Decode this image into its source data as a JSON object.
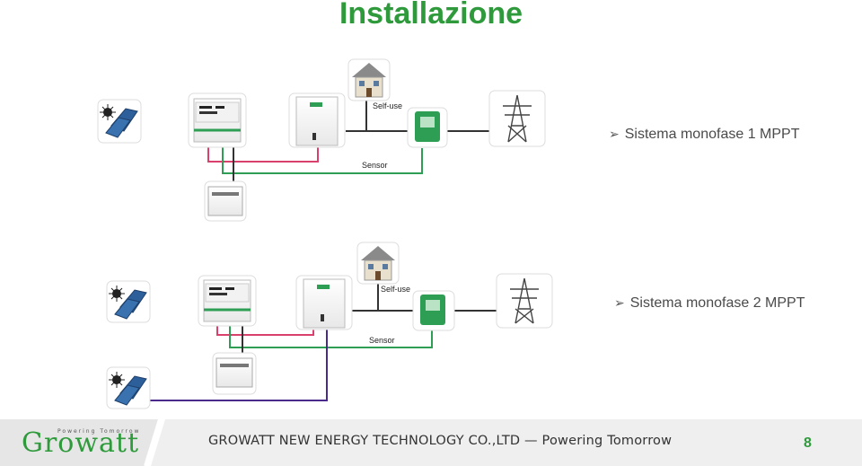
{
  "title": "Installazione",
  "bullets": {
    "one": "Sistema monofase 1 MPPT",
    "two": "Sistema monofase 2 MPPT"
  },
  "labels": {
    "self_use": "Self-use",
    "sensor": "Sensor"
  },
  "footer": {
    "company": "GROWATT NEW ENERGY TECHNOLOGY CO.,LTD — Powering  Tomorrow",
    "page": "8",
    "logo": "Growatt",
    "logo_tagline": "Powering Tomorrow"
  },
  "colors": {
    "title_green": "#2e9a3b",
    "wire_pink": "#d9406c",
    "wire_green": "#2f9e55",
    "wire_purple": "#4a2a8a",
    "wire_black": "#333333"
  }
}
